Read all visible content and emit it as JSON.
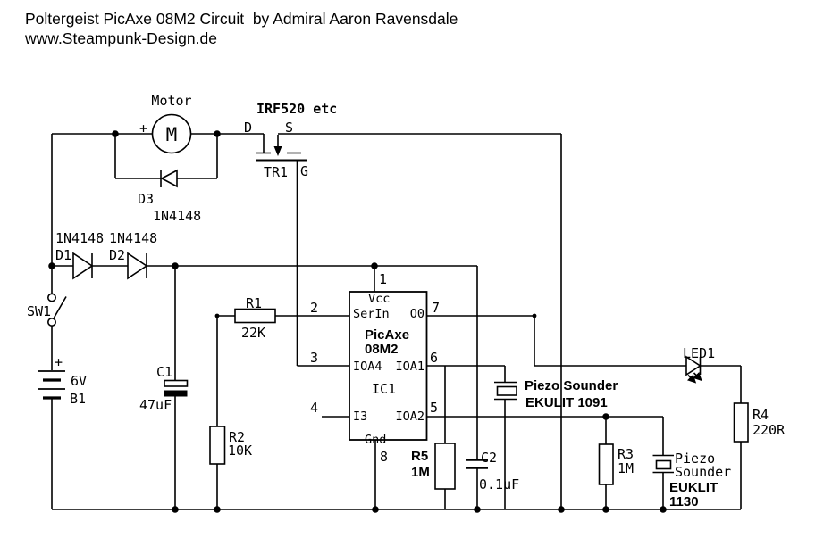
{
  "title": {
    "line1": "Poltergeist PicAxe 08M2 Circuit  by Admiral Aaron Ravensdale",
    "line2": "www.Steampunk-Design.de"
  },
  "colors": {
    "ink": "#000000",
    "background": "#ffffff"
  },
  "schematic": {
    "motor": {
      "name": "Motor",
      "symbol": "M",
      "plus": "+"
    },
    "tr1": {
      "part": "IRF520 etc",
      "drain": "D",
      "source": "S",
      "ref": "TR1",
      "gate": "G"
    },
    "d3": {
      "ref": "D3",
      "part": "1N4148"
    },
    "d1": {
      "ref": "D1",
      "part": "1N4148"
    },
    "d2": {
      "ref": "D2",
      "part": "1N4148"
    },
    "sw1": {
      "ref": "SW1"
    },
    "b1": {
      "plus": "+",
      "voltage": "6V",
      "ref": "B1"
    },
    "c1": {
      "ref": "C1",
      "value": "47uF"
    },
    "r1": {
      "ref": "R1",
      "value": "22K"
    },
    "r2": {
      "ref": "R2",
      "value": "10K"
    },
    "ic1": {
      "ref": "IC1",
      "device1": "PicAxe",
      "device2": "08M2",
      "pin1": "1",
      "pin2": "2",
      "pin3": "3",
      "pin4": "4",
      "pin5": "5",
      "pin6": "6",
      "pin7": "7",
      "pin8": "8",
      "vcc": "Vcc",
      "serin": "SerIn",
      "o0": "O0",
      "ioa4": "IOA4",
      "ioa1": "IOA1",
      "i3": "I3",
      "ioa2": "IOA2",
      "gnd": "Gnd"
    },
    "r5": {
      "ref": "R5",
      "value": "1M"
    },
    "c2": {
      "ref": "C2",
      "value": "0.1uF"
    },
    "piezo1": {
      "line1": "Piezo Sounder",
      "line2": "EKULIT 1091"
    },
    "r3": {
      "ref": "R3",
      "value": "1M"
    },
    "piezo2": {
      "line1": "Piezo",
      "line2": "Sounder",
      "line3": "EUKLIT",
      "line4": "1130"
    },
    "led1": {
      "ref": "LED1"
    },
    "r4": {
      "ref": "R4",
      "value": "220R"
    }
  }
}
